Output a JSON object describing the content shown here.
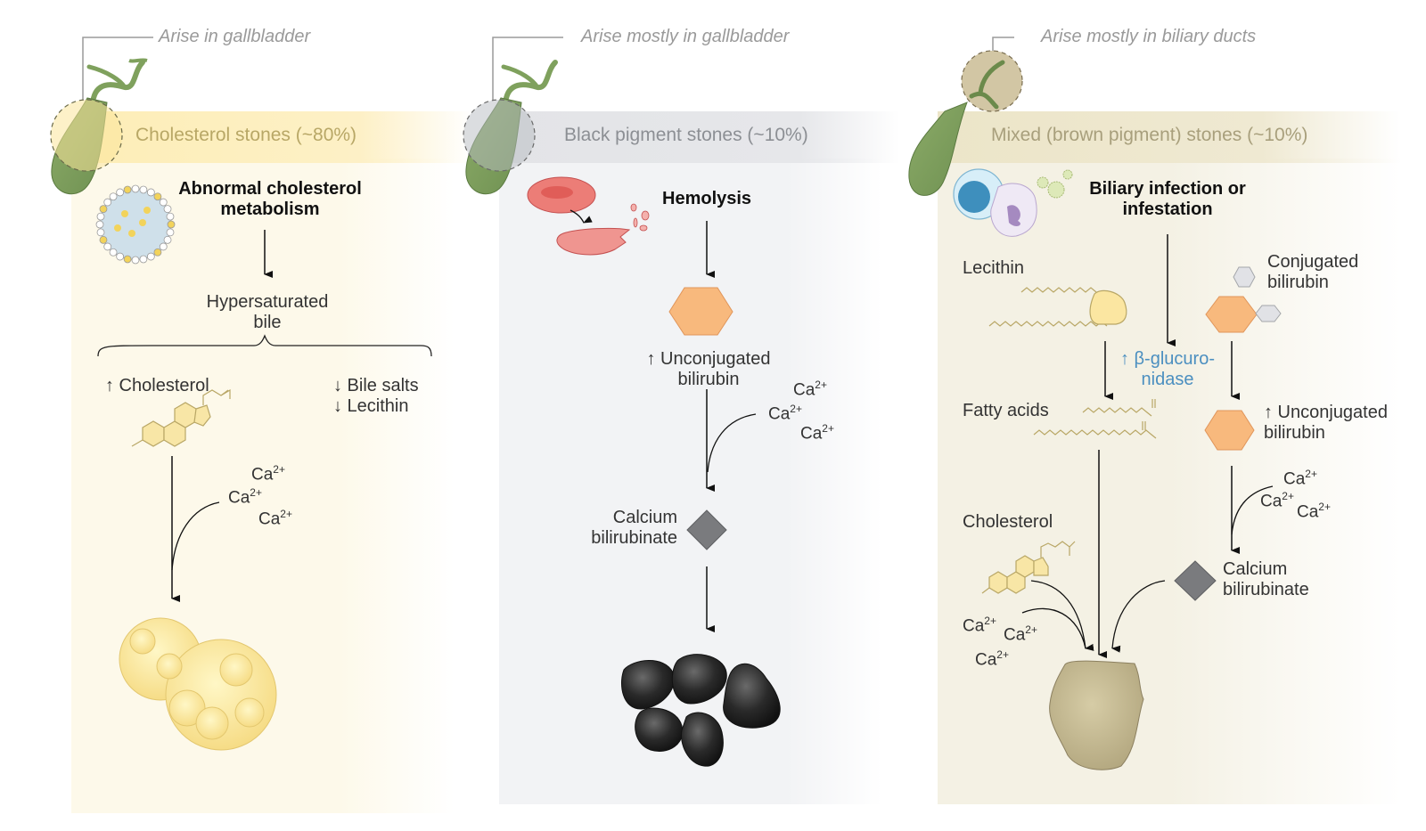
{
  "title": "Types of gallstones and their pathogenesis",
  "panels": [
    {
      "id": "cholesterol",
      "origin": "Arise in gallbladder",
      "title": "Cholesterol stones (~80%)",
      "accent": "#b8a766",
      "trigger": "Abnormal cholesterol metabolism",
      "trigger_lines": [
        "Abnormal cholesterol",
        "metabolism"
      ],
      "step1_lines": [
        "Hypersaturated",
        "bile"
      ],
      "left_factor": "↑ Cholesterol",
      "right_factors": [
        "↓ Bile salts",
        "↓ Lecithin"
      ],
      "ions": [
        "Ca",
        "Ca",
        "Ca"
      ],
      "ion_charge": "2+",
      "result": "Cholesterol stones"
    },
    {
      "id": "black-pigment",
      "origin": "Arise mostly in gallbladder",
      "title": "Black pigment stones (~10%)",
      "accent": "#8c8f94",
      "trigger": "Hemolysis",
      "step1_lines": [
        "↑ Unconjugated",
        "bilirubin"
      ],
      "ions": [
        "Ca",
        "Ca",
        "Ca"
      ],
      "ion_charge": "2+",
      "step2_lines": [
        "Calcium",
        "bilirubinate"
      ],
      "result": "Black pigment stones"
    },
    {
      "id": "mixed-brown",
      "origin": "Arise mostly in biliary ducts",
      "title": "Mixed (brown pigment) stones (~10%)",
      "accent": "#a89f7c",
      "trigger_lines": [
        "Biliary infection or",
        "infestation"
      ],
      "lecithin": "Lecithin",
      "conjugated_lines": [
        "Conjugated",
        "bilirubin"
      ],
      "enzyme_lines": [
        "↑ β-glucuro-",
        "nidase"
      ],
      "fatty_acids": "Fatty acids",
      "unconjugated_lines": [
        "↑ Unconjugated",
        "bilirubin"
      ],
      "cholesterol": "Cholesterol",
      "calcium_bilirubinate_lines": [
        "Calcium",
        "bilirubinate"
      ],
      "ions_right": [
        "Ca",
        "Ca",
        "Ca"
      ],
      "ions_left": [
        "Ca",
        "Ca",
        "Ca"
      ],
      "ion_charge": "2+",
      "result": "Mixed (brown pigment) stone"
    }
  ]
}
